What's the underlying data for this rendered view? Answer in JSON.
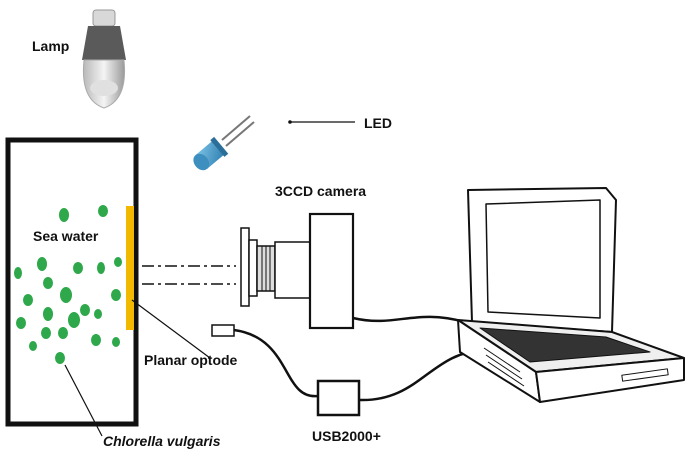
{
  "labels": {
    "lamp": "Lamp",
    "led": "LED",
    "camera": "3CCD camera",
    "sea_water": "Sea water",
    "planar_optode": "Planar optode",
    "organism": "Chlorella vulgaris",
    "spectrometer": "USB2000+"
  },
  "colors": {
    "algae": "#2ea84a",
    "optode": "#f2b900",
    "led": "#3d8fc0",
    "ink": "#111111"
  },
  "icons": {
    "lamp": "light-bulb-icon",
    "led": "led-icon",
    "camera": "camera-icon",
    "laptop": "laptop-icon"
  }
}
